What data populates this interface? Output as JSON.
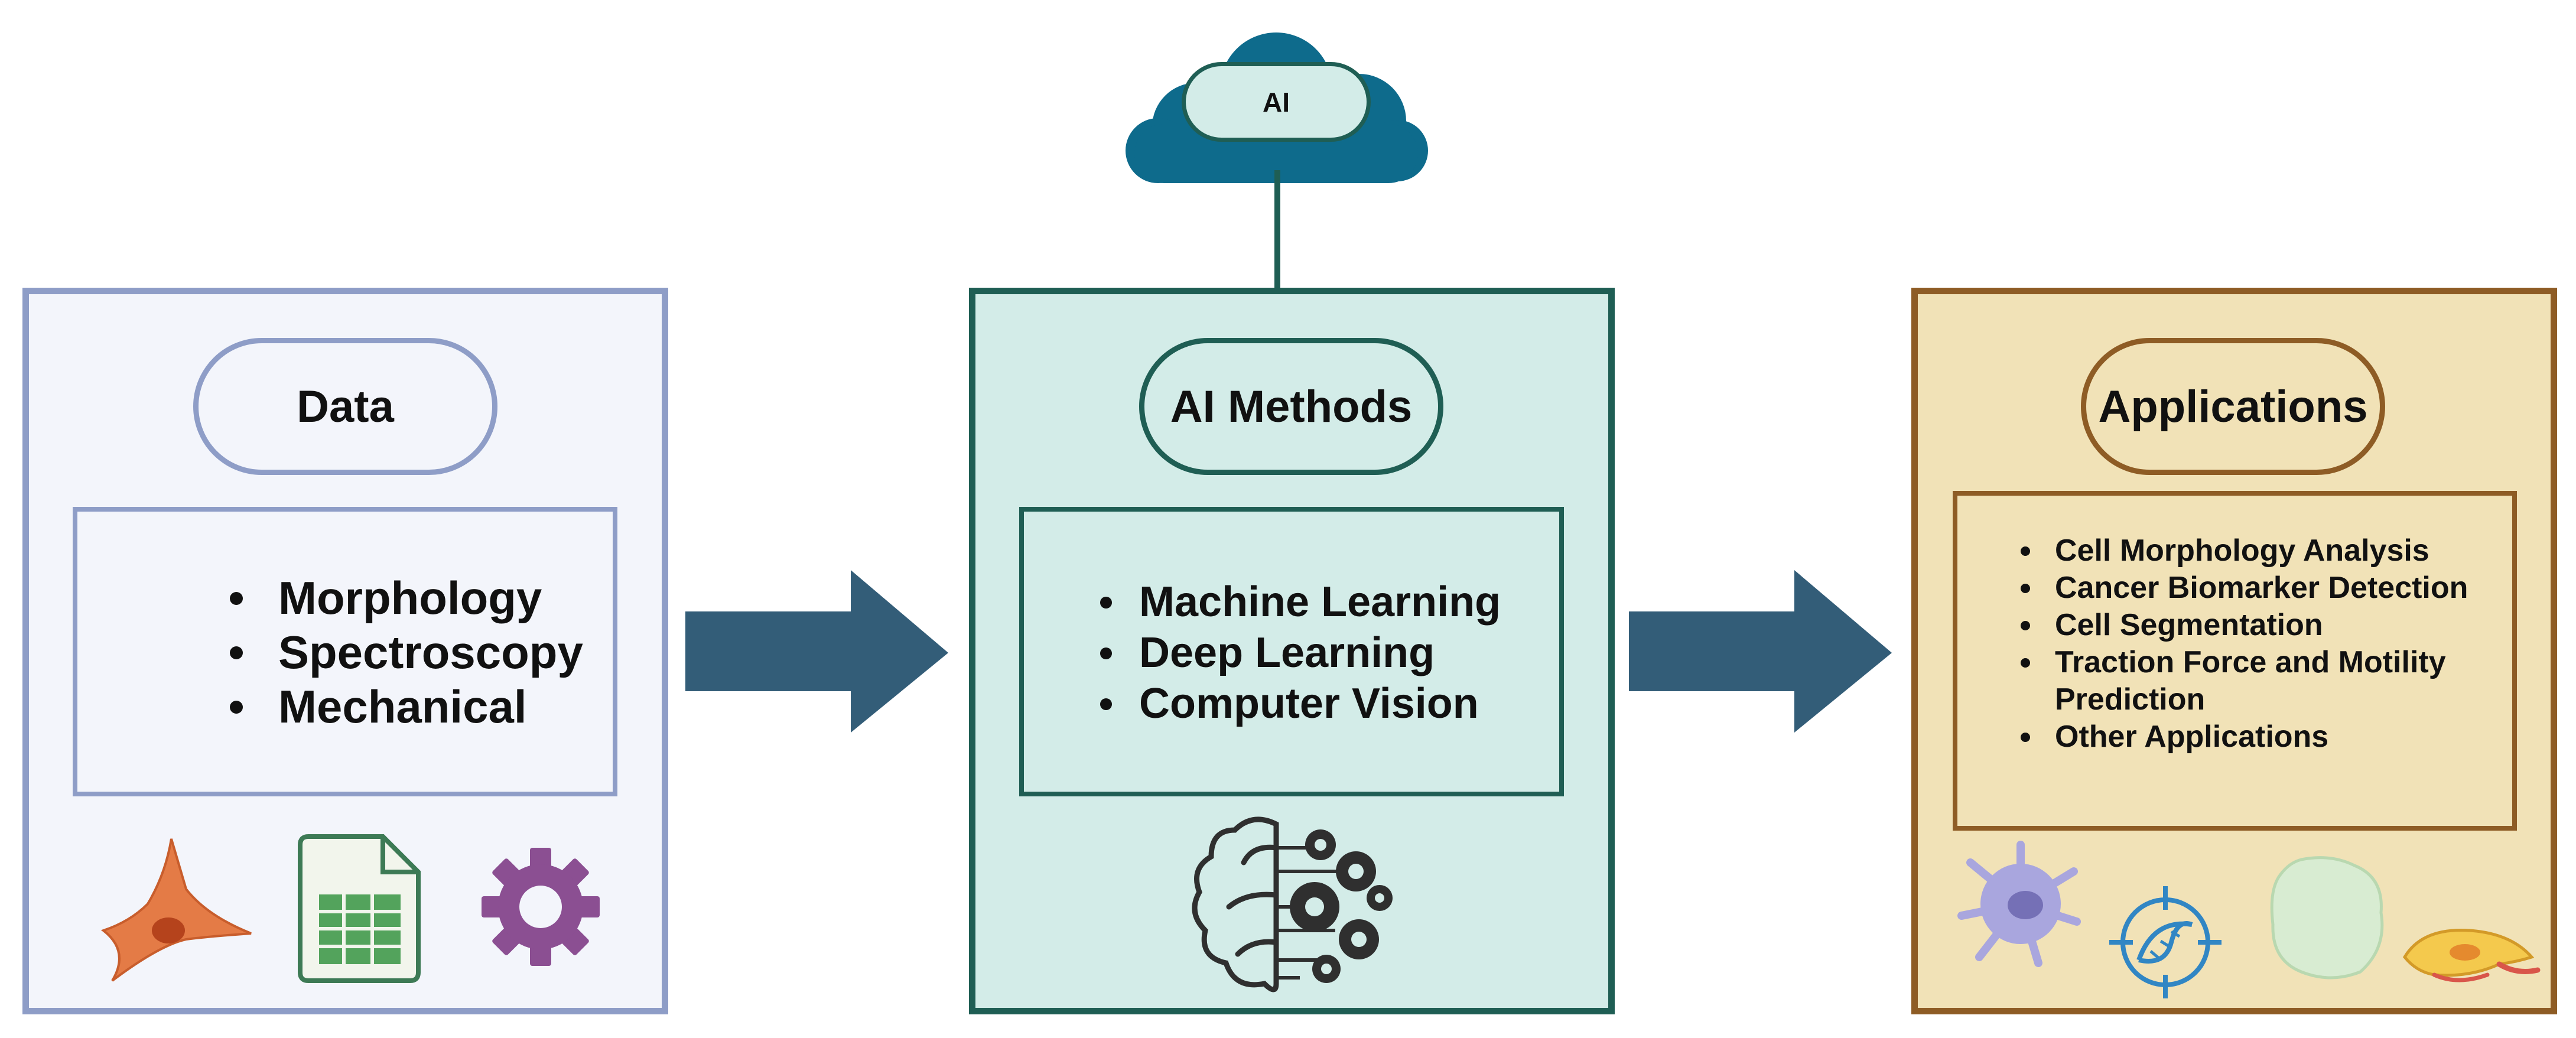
{
  "cloud": {
    "label": "AI"
  },
  "panels": {
    "data": {
      "title": "Data",
      "items": [
        "Morphology",
        "Spectroscopy",
        "Mechanical"
      ]
    },
    "ai": {
      "title": "AI Methods",
      "items": [
        "Machine Learning",
        "Deep Learning",
        "Computer Vision"
      ]
    },
    "applications": {
      "title": "Applications",
      "items": [
        "Cell Morphology Analysis",
        "Cancer Biomarker Detection",
        "Cell Segmentation",
        "Traction Force and Motility Prediction",
        "Other Applications"
      ]
    }
  },
  "icons": {
    "data": [
      "cell-icon",
      "spreadsheet-icon",
      "gear-icon"
    ],
    "ai": [
      "brain-gears-icon"
    ],
    "applications": [
      "immune-cell-icon",
      "dna-target-icon",
      "blob-cell-icon",
      "fibroblast-cell-icon"
    ]
  },
  "colors": {
    "data_border": "#8e9dc7",
    "data_fill": "#f3f5fb",
    "ai_border": "#1f5e54",
    "ai_fill": "#d3ece8",
    "app_border": "#8e5c25",
    "app_fill": "#f1e2b7",
    "arrow": "#335d78",
    "cloud": "#0e6b8c"
  }
}
